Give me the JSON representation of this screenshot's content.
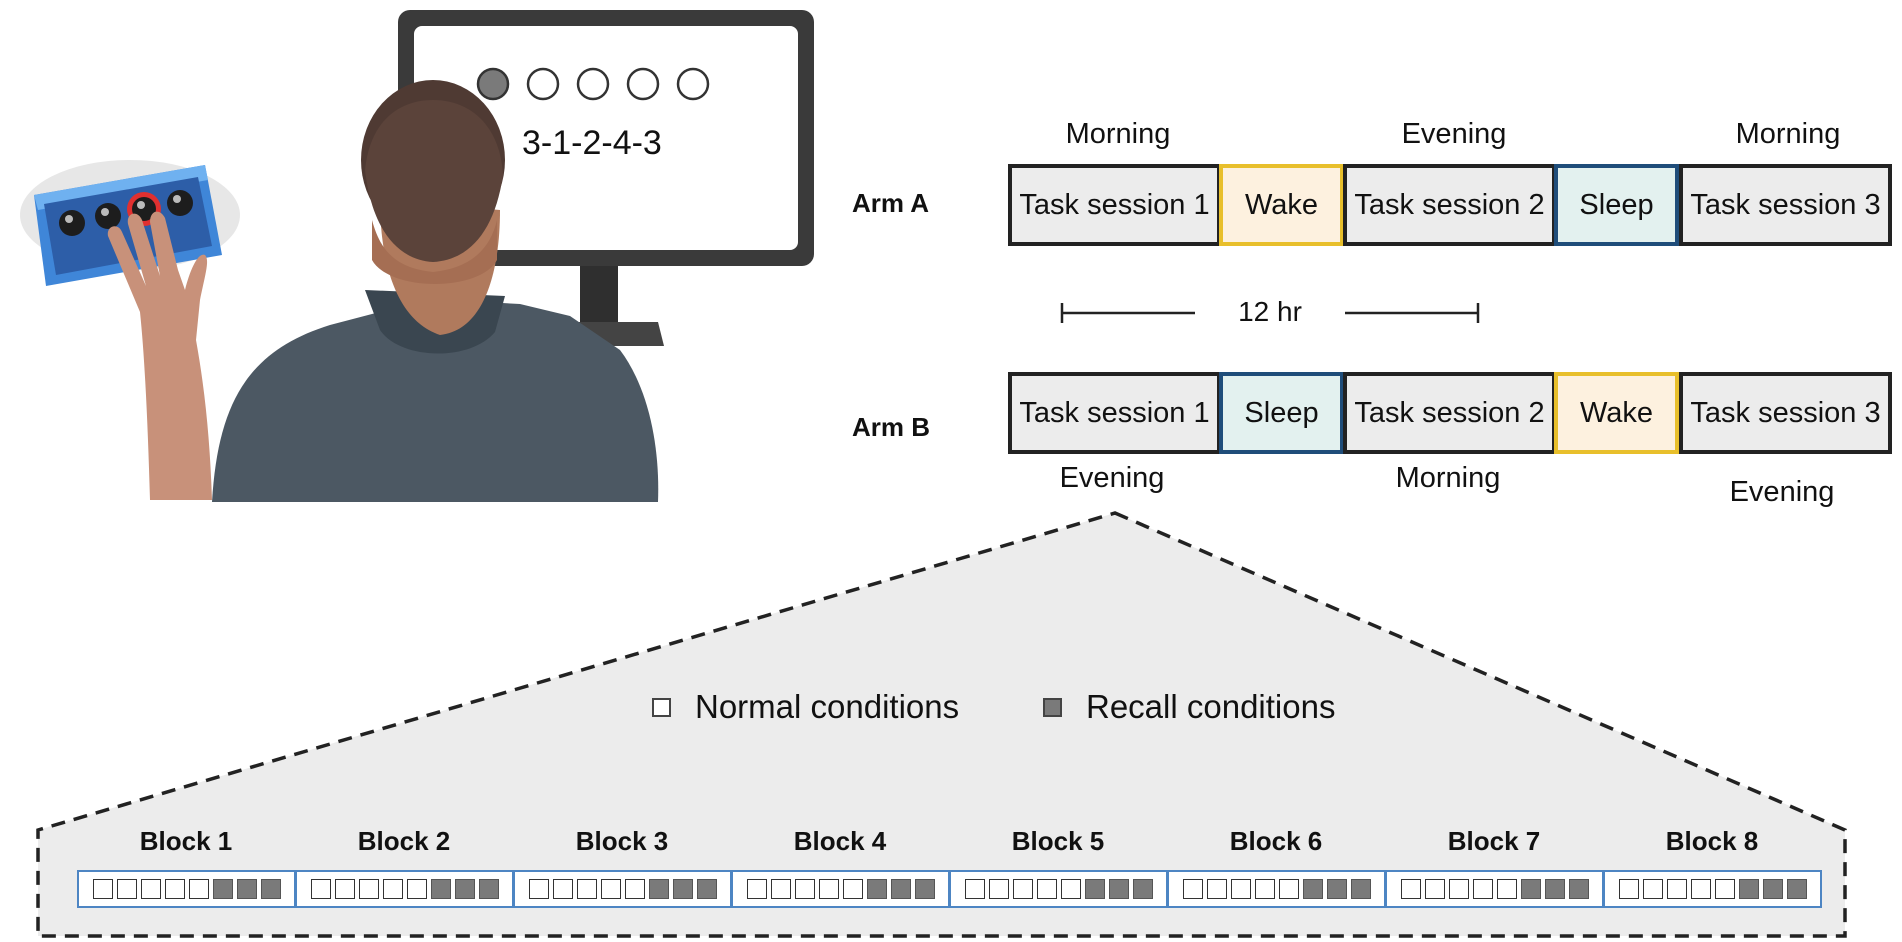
{
  "monitor": {
    "sequence": "3-1-2-4-3",
    "progress_dots": 5,
    "progress_filled": 1
  },
  "arm_a": {
    "label": "Arm A",
    "times": [
      "Morning",
      "Evening",
      "Morning"
    ],
    "sessions": [
      {
        "label": "Task session 1",
        "kind": "task"
      },
      {
        "label": "Wake",
        "kind": "wake"
      },
      {
        "label": "Task session 2",
        "kind": "task"
      },
      {
        "label": "Sleep",
        "kind": "sleep"
      },
      {
        "label": "Task session 3",
        "kind": "task"
      }
    ]
  },
  "interval": {
    "label": "12 hr"
  },
  "arm_b": {
    "label": "Arm B",
    "times": [
      "Evening",
      "Morning",
      "Evening"
    ],
    "sessions": [
      {
        "label": "Task session 1",
        "kind": "task"
      },
      {
        "label": "Sleep",
        "kind": "sleep"
      },
      {
        "label": "Task session 2",
        "kind": "task"
      },
      {
        "label": "Wake",
        "kind": "wake"
      },
      {
        "label": "Task session 3",
        "kind": "task"
      }
    ]
  },
  "legend": {
    "normal": "Normal conditions",
    "recall": "Recall conditions"
  },
  "blocks": {
    "labels": [
      "Block 1",
      "Block 2",
      "Block 3",
      "Block 4",
      "Block 5",
      "Block 6",
      "Block 7",
      "Block 8"
    ],
    "trials_per_block": 8,
    "normal_trials": 5,
    "recall_trials": 3
  },
  "colors": {
    "task_fill": "#ececec",
    "wake_fill": "#fdf1df",
    "wake_border": "#e8bf2b",
    "sleep_fill": "#e3f1ef",
    "sleep_border": "#1f4d7a",
    "block_border": "#4d85c3",
    "recall_fill": "#7a7a7a",
    "zoom_fill": "#ececec"
  }
}
